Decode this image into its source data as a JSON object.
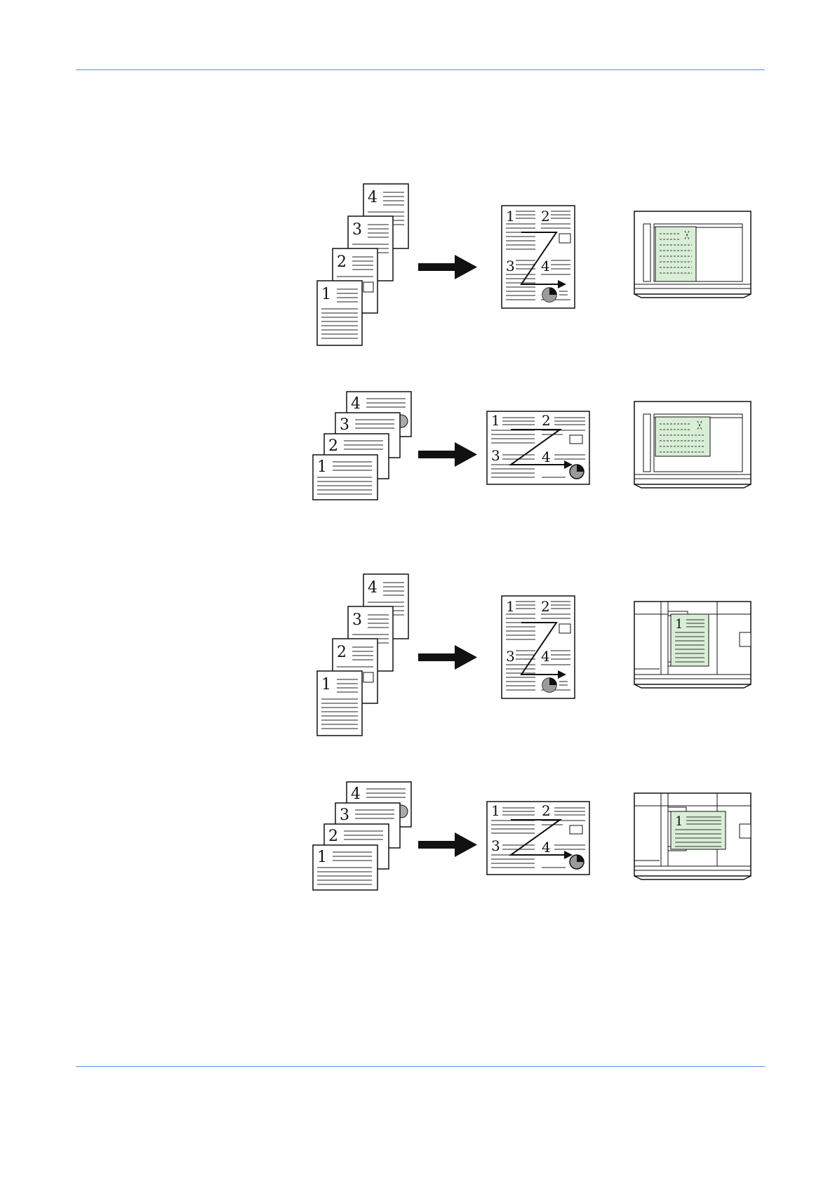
{
  "figures": [
    {
      "id": "portrait-platen",
      "orientation": "portrait",
      "placement": "platen",
      "originals": [
        "1",
        "2",
        "3",
        "4"
      ],
      "layout_labels": [
        "1",
        "2",
        "3",
        "4"
      ]
    },
    {
      "id": "landscape-platen",
      "orientation": "landscape",
      "placement": "platen",
      "originals": [
        "1",
        "2",
        "3",
        "4"
      ],
      "layout_labels": [
        "1",
        "2",
        "3",
        "4"
      ]
    },
    {
      "id": "portrait-feeder",
      "orientation": "portrait",
      "placement": "feeder",
      "originals": [
        "1",
        "2",
        "3",
        "4"
      ],
      "layout_labels": [
        "1",
        "2",
        "3",
        "4"
      ],
      "placed_label": "1"
    },
    {
      "id": "landscape-feeder",
      "orientation": "landscape",
      "placement": "feeder",
      "originals": [
        "1",
        "2",
        "3",
        "4"
      ],
      "layout_labels": [
        "1",
        "2",
        "3",
        "4"
      ],
      "placed_label": "1"
    }
  ],
  "colors": {
    "rule": "#5b8fd6",
    "original_fill": "#d8efd6",
    "ink": "#111111"
  }
}
